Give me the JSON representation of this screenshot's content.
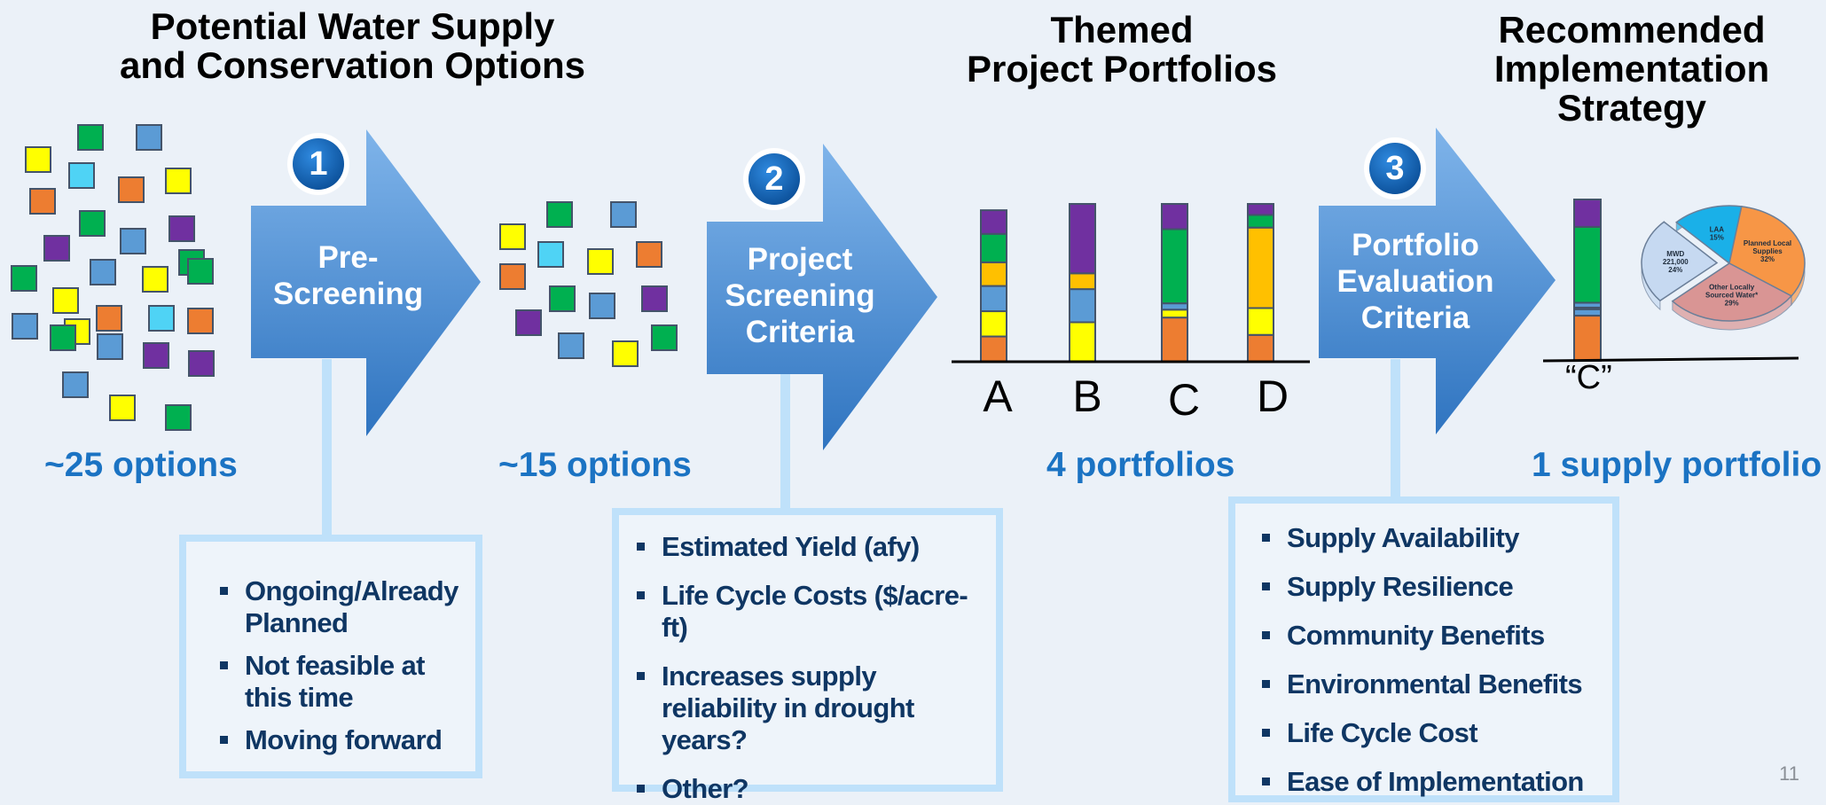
{
  "colors": {
    "background": "#ebf1f8",
    "accent_blue": "#1b73c3",
    "arrow_light": "#7fb4ea",
    "arrow_dark": "#3a7ec9",
    "connector": "#bfe1fa",
    "bullet_text": "#0f3663",
    "square_palette": [
      "#ffff00",
      "#00b050",
      "#5b9bd5",
      "#ed7d31",
      "#7030a0",
      "#4fd3f5"
    ]
  },
  "headings": {
    "options_line1": "Potential Water Supply",
    "options_line2": "and Conservation Options",
    "portfolios_line1": "Themed",
    "portfolios_line2": "Project Portfolios",
    "strategy_line1": "Recommended",
    "strategy_line2": "Implementation",
    "strategy_line3": "Strategy"
  },
  "counts": {
    "initial": "~25 options",
    "screened": "~15 options",
    "portfolios": "4 portfolios",
    "final": "1 supply portfolio"
  },
  "steps": [
    {
      "number": "1",
      "label_line1": "Pre-",
      "label_line2": "Screening",
      "label_line3": ""
    },
    {
      "number": "2",
      "label_line1": "Project",
      "label_line2": "Screening",
      "label_line3": "Criteria"
    },
    {
      "number": "3",
      "label_line1": "Portfolio",
      "label_line2": "Evaluation",
      "label_line3": "Criteria"
    }
  ],
  "criteria_boxes": {
    "pre_screening": [
      "Ongoing/Already Planned",
      "Not feasible at this time",
      "Moving forward"
    ],
    "project_screening": [
      "Estimated Yield (afy)",
      "Life Cycle Costs ($/acre-ft)",
      "Increases supply reliability in drought years?",
      "Other?"
    ],
    "portfolio_evaluation": [
      "Supply Availability",
      "Supply Resilience",
      "Community Benefits",
      "Environmental Benefits",
      "Life Cycle Cost",
      "Ease of Implementation"
    ]
  },
  "portfolios": [
    {
      "label": "A",
      "segments": [
        {
          "color": "#ed7d31",
          "value": 0.16
        },
        {
          "color": "#ffff00",
          "value": 0.16
        },
        {
          "color": "#5b9bd5",
          "value": 0.16
        },
        {
          "color": "#ffc000",
          "value": 0.15
        },
        {
          "color": "#00b050",
          "value": 0.18
        },
        {
          "color": "#7030a0",
          "value": 0.15
        }
      ]
    },
    {
      "label": "B",
      "segments": [
        {
          "color": "#ffff00",
          "value": 0.25
        },
        {
          "color": "#5b9bd5",
          "value": 0.21
        },
        {
          "color": "#ffc000",
          "value": 0.1
        },
        {
          "color": "#7030a0",
          "value": 0.44
        }
      ]
    },
    {
      "label": "C",
      "segments": [
        {
          "color": "#ed7d31",
          "value": 0.28
        },
        {
          "color": "#ffff00",
          "value": 0.05
        },
        {
          "color": "#5b9bd5",
          "value": 0.04
        },
        {
          "color": "#00b050",
          "value": 0.47
        },
        {
          "color": "#7030a0",
          "value": 0.16
        }
      ]
    },
    {
      "label": "D",
      "segments": [
        {
          "color": "#ed7d31",
          "value": 0.17
        },
        {
          "color": "#ffff00",
          "value": 0.17
        },
        {
          "color": "#ffc000",
          "value": 0.51
        },
        {
          "color": "#00b050",
          "value": 0.08
        },
        {
          "color": "#7030a0",
          "value": 0.07
        }
      ]
    }
  ],
  "recommended": {
    "label": "“C”",
    "bar_segments": [
      {
        "color": "#ed7d31",
        "value": 0.28
      },
      {
        "color": "#5b9bd5",
        "value": 0.04
      },
      {
        "color": "#ffff00",
        "value": 0.01
      },
      {
        "color": "#5b9bd5",
        "value": 0.03
      },
      {
        "color": "#00b050",
        "value": 0.47
      },
      {
        "color": "#7030a0",
        "value": 0.17
      }
    ],
    "pie": [
      {
        "name_line1": "LAA",
        "name_line2": "",
        "name_line3": "",
        "pct": "15%",
        "value": 15,
        "color": "#1ab0e8"
      },
      {
        "name_line1": "Planned Local",
        "name_line2": "Supplies",
        "name_line3": "",
        "pct": "32%",
        "value": 32,
        "color": "#f79646"
      },
      {
        "name_line1": "Other Locally",
        "name_line2": "Sourced Water*",
        "name_line3": "",
        "pct": "29%",
        "value": 29,
        "color": "#d99594"
      },
      {
        "name_line1": "MWD",
        "name_line2": "221,000",
        "name_line3": "",
        "pct": "24%",
        "value": 24,
        "color": "#c6d9f1"
      }
    ]
  },
  "scatter_large": [
    "#ffff00",
    "#00b050",
    "#5b9bd5",
    "#4fd3f5",
    "#ed7d31",
    "#ffff00",
    "#ed7d31",
    "#00b050",
    "#5b9bd5",
    "#7030a0",
    "#7030a0",
    "#00b050",
    "#00b050",
    "#ffff00",
    "#5b9bd5",
    "#ffff00",
    "#00b050",
    "#ed7d31",
    "#4fd3f5",
    "#ffff00",
    "#5b9bd5",
    "#ed7d31",
    "#00b050",
    "#5b9bd5",
    "#7030a0",
    "#7030a0",
    "#5b9bd5",
    "#ffff00",
    "#00b050"
  ],
  "scatter_small": [
    "#00b050",
    "#5b9bd5",
    "#ffff00",
    "#4fd3f5",
    "#ffff00",
    "#ed7d31",
    "#ed7d31",
    "#00b050",
    "#5b9bd5",
    "#7030a0",
    "#7030a0",
    "#5b9bd5",
    "#ffff00",
    "#00b050"
  ],
  "page_number": "11"
}
